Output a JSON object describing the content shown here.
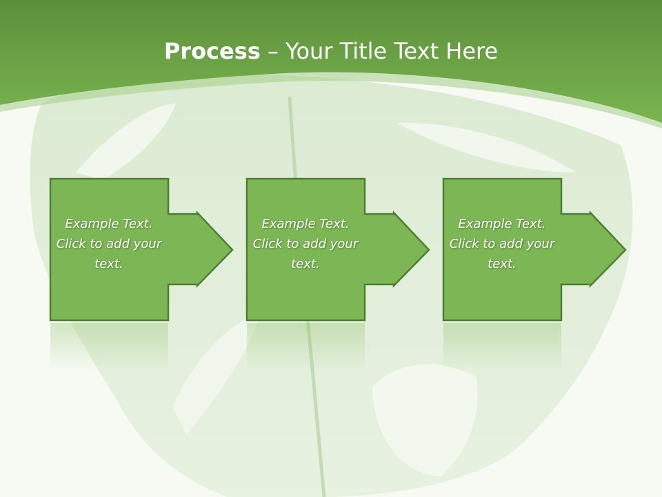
{
  "slide": {
    "title_strong": "Process",
    "title_dash": " – ",
    "title_rest": "Your Title Text Here"
  },
  "steps": [
    {
      "text": "Example Text. Click  to add your text."
    },
    {
      "text": "Example Text. Click  to add your text."
    },
    {
      "text": "Example Text. Click  to add your text."
    }
  ],
  "colors": {
    "header_top": "#5c8f3a",
    "header_bottom": "#7ab551",
    "box_fill": "#7cb655",
    "box_border": "#4f7d33",
    "background": "#f6faf3"
  }
}
